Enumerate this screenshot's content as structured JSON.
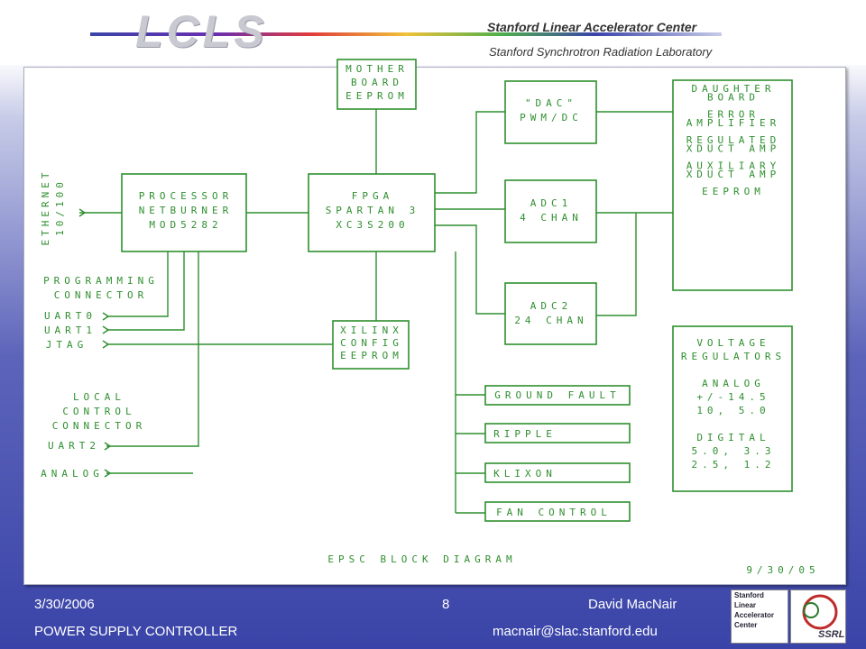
{
  "header": {
    "logo_text": "LCLS",
    "slac_name": "Stanford Linear Accelerator Center",
    "slac_subtitle": "Stanford Synchrotron Radiation Laboratory"
  },
  "diagram": {
    "blocks": {
      "mother_board": [
        "MOTHER",
        "BOARD",
        "EEPROM"
      ],
      "processor": [
        "PROCESSOR",
        "NETBURNER",
        "MOD5282"
      ],
      "fpga": [
        "FPGA",
        "SPARTAN 3",
        "XC3S200"
      ],
      "dac": [
        "\"DAC\"",
        "PWM/DC"
      ],
      "adc1": [
        "ADC1",
        "4 CHAN"
      ],
      "adc2": [
        "ADC2",
        "24 CHAN"
      ],
      "xilinx": [
        "XILINX",
        "CONFIG",
        "EEPROM"
      ],
      "daughter": [
        "DAUGHTER",
        "BOARD",
        "",
        "ERROR",
        "AMPLIFIER",
        "",
        "REGULATED",
        "XDUCT AMP",
        "",
        "AUXILIARY",
        "XDUCT AMP",
        "",
        "EEPROM"
      ],
      "regulators": [
        "VOLTAGE",
        "REGULATORS",
        "",
        "ANALOG",
        "+/-14.5",
        "10, 5.0",
        "",
        "DIGITAL",
        "5.0, 3.3",
        "2.5, 1.2"
      ],
      "ground_fault": "GROUND FAULT",
      "ripple": "RIPPLE",
      "klixon": "KLIXON",
      "fan_control": "FAN CONTROL"
    },
    "labels": {
      "ethernet": [
        "ETHERNET",
        "10/100"
      ],
      "programming": [
        "PROGRAMMING",
        "CONNECTOR"
      ],
      "uart0": "UART0",
      "uart1": "UART1",
      "jtag": "JTAG",
      "local": [
        "LOCAL",
        "CONTROL",
        "CONNECTOR"
      ],
      "uart2": "UART2",
      "analog": "ANALOG",
      "caption": "EPSC BLOCK DIAGRAM",
      "date": "9/30/05"
    },
    "line_color": "#2f8f2f",
    "text_color": "#2f8f2f"
  },
  "footer": {
    "date": "3/30/2006",
    "page": "8",
    "author": "David MacNair",
    "title": "POWER SUPPLY CONTROLLER",
    "email": "macnair@slac.stanford.edu",
    "slac_mini": [
      "Stanford",
      "Linear",
      "Accelerator",
      "Center"
    ],
    "ssrl": "SSRL"
  }
}
